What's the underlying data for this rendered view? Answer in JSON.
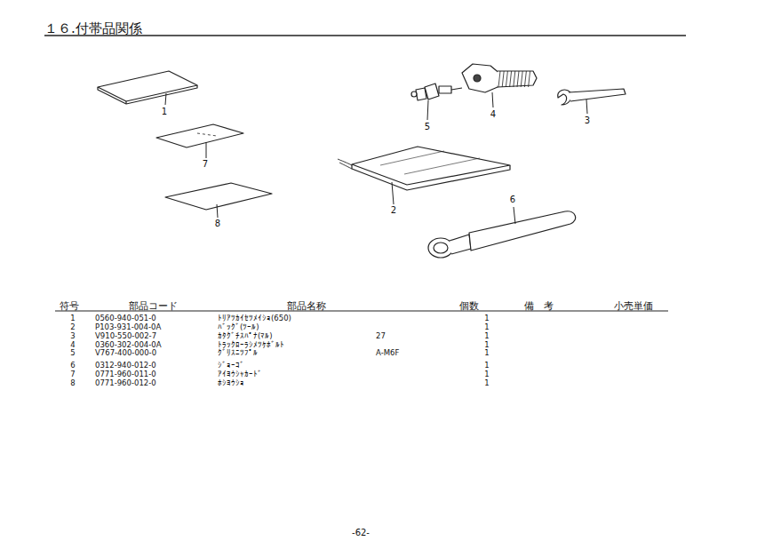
{
  "diagram": {
    "title": "１６.付帯品関係",
    "labels": [
      "1",
      "5",
      "4",
      "3",
      "7",
      "2",
      "6",
      "8",
      "符号",
      "部品コード",
      "部品名称",
      "個数",
      "備　考",
      "小売単価",
      "1",
      "0560-940-051-0",
      "ﾄﾘｱﾂｶｲｾﾂﾒｲｼｮ(650)",
      "1",
      "2",
      "P103-931-004-0A",
      "ﾊﾞｯｸﾞ(ﾂｰﾙ)",
      "1",
      "3",
      "V910-550-002-7",
      "ｶﾀｸﾞﾁｽﾊﾟﾅ(ﾏﾙ)",
      "27",
      "1",
      "4",
      "0360-302-004-0A",
      "ﾄﾗｯｸﾛｰﾗｼﾒﾂｹﾎﾞﾙﾄ",
      "1",
      "5",
      "V767-400-000-0",
      "ｸﾞﾘｽﾆﾂﾌﾟﾙ",
      "A-M6F",
      "1",
      "6",
      "0312-940-012-0",
      "ｼﾞｮｰｺﾞ",
      "1",
      "7",
      "0771-960-011-0",
      "ｱｲﾖｳｼｬｶｰﾄﾞ",
      "1",
      "8",
      "0771-960-012-0",
      "ﾎｼﾖｳｼｮ",
      "1",
      "-62-"
    ]
  }
}
